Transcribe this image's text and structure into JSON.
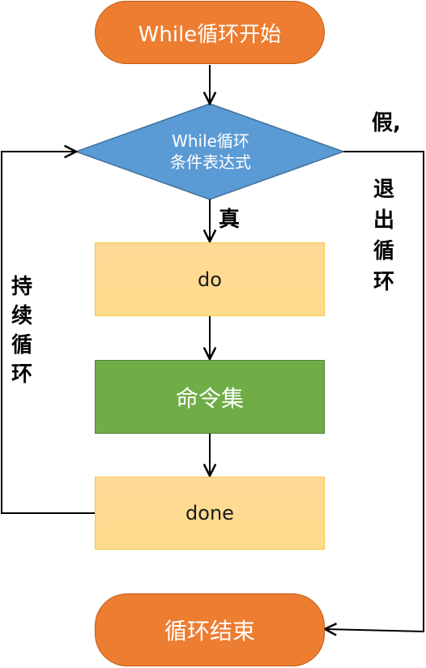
{
  "nodes": {
    "start": "While循环开始",
    "condition_line1": "While循环",
    "condition_line2": "条件表达式",
    "do": "do",
    "commands": "命令集",
    "done": "done",
    "end": "循环结束"
  },
  "edge_labels": {
    "true": "真",
    "false_chars": [
      "假,",
      "退",
      "出",
      "循",
      "环"
    ],
    "loop_chars": [
      "持",
      "续",
      "循",
      "环"
    ]
  },
  "colors": {
    "terminal": "#ed7d31",
    "decision": "#5b9bd5",
    "process_yellow": "#ffd996",
    "process_green": "#70ad47"
  }
}
